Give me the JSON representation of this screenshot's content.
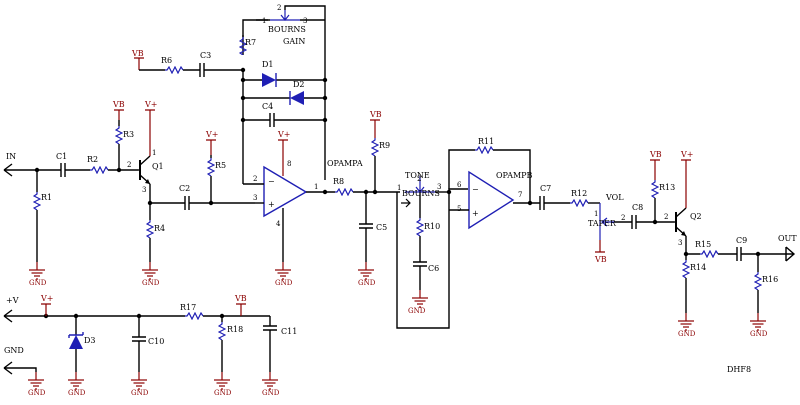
{
  "sheet_id": "DHF8",
  "ports": {
    "in": "IN",
    "out": "OUT",
    "vplus_in": "+V",
    "gnd_in": "GND"
  },
  "nets": {
    "vb": "VB",
    "vplus": "V+",
    "gnd": "GND"
  },
  "parts": {
    "R1": "R1",
    "R2": "R2",
    "R3": "R3",
    "R4": "R4",
    "R5": "R5",
    "R6": "R6",
    "R7": "R7",
    "R8": "R8",
    "R9": "R9",
    "R10": "R10",
    "R11": "R11",
    "R12": "R12",
    "R13": "R13",
    "R14": "R14",
    "R15": "R15",
    "R16": "R16",
    "R17": "R17",
    "R18": "R18",
    "C1": "C1",
    "C2": "C2",
    "C3": "C3",
    "C4": "C4",
    "C5": "C5",
    "C6": "C6",
    "C7": "C7",
    "C8": "C8",
    "C9": "C9",
    "C10": "C10",
    "C11": "C11",
    "D1": "D1",
    "D2": "D2",
    "D3": "D3",
    "Q1": "Q1",
    "Q2": "Q2",
    "opampa": "OPAMPA",
    "opampb": "OPAMPB",
    "gain_pot": "GAIN",
    "gain_pot_part": "BOURNS",
    "tone_pot": "TONE",
    "tone_pot_part": "BOURNS",
    "vol_pot": "VOL",
    "vol_pot_part": "TAPER"
  },
  "pins": {
    "p1": "1",
    "p2": "2",
    "p3": "3",
    "p4": "4",
    "p5": "5",
    "p6": "6",
    "p7": "7",
    "p8": "8",
    "plus": "+",
    "minus": "−"
  }
}
